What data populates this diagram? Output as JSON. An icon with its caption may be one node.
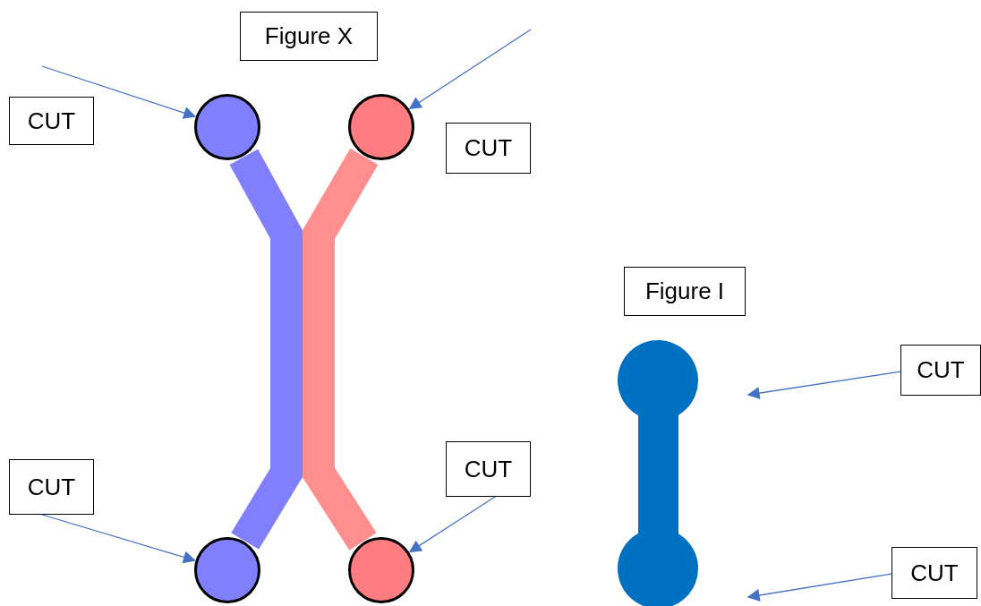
{
  "diagram": {
    "nodes": [
      {
        "text": [
          "Figure X"
        ]
      },
      {
        "text": [
          "CUT"
        ]
      },
      {
        "text": [
          "CUT"
        ]
      },
      {
        "text": [
          "CUT"
        ]
      },
      {
        "text": [
          "CUT"
        ]
      },
      {
        "text": [
          "Figure I"
        ]
      },
      {
        "text": [
          "CUT"
        ]
      },
      {
        "text": [
          "CUT"
        ]
      },
      {
        "text": [],
        "shape": "circle"
      },
      {
        "text": [],
        "shape": "circle"
      },
      {
        "text": [],
        "shape": "circle"
      },
      {
        "text": [],
        "shape": "circle"
      }
    ],
    "edges": [
      {
        "from": null,
        "to": 8,
        "arrow": "to"
      },
      {
        "from": null,
        "to": 9,
        "arrow": "to"
      },
      {
        "from": 3,
        "to": 10,
        "arrow": "to"
      },
      {
        "from": 4,
        "to": 11,
        "arrow": "to"
      },
      {
        "from": 6,
        "to": null,
        "arrow": "to"
      },
      {
        "from": 7,
        "to": null,
        "arrow": "to"
      },
      {
        "from": 8,
        "to": 10,
        "arrow": "none",
        "style": "thick",
        "color": "#8080ff"
      },
      {
        "from": 9,
        "to": 11,
        "arrow": "none",
        "style": "thick",
        "color": "#ff8f8f"
      }
    ]
  }
}
